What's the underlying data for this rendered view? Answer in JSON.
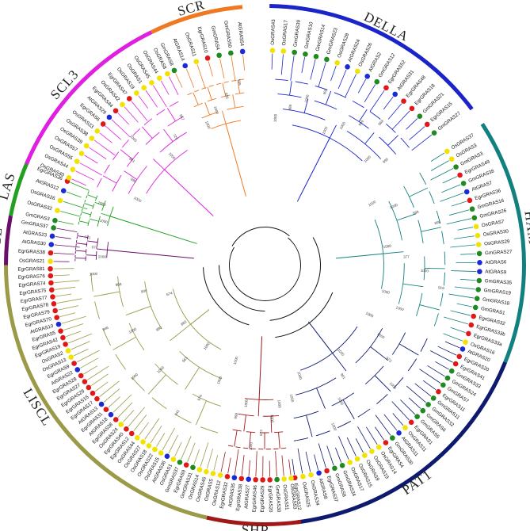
{
  "clades": [
    {
      "key": "della",
      "label": "DELLA",
      "color": "#1a24c8",
      "leaves": [
        "OsGRAS43",
        "OsGRAS17",
        "GmGRAS39",
        "GmGRAS10",
        "GmGRAS14",
        "GmGRAS23",
        "OsGRAS28",
        "AtGRAS24",
        "OsGRAS26",
        "AtGRAS2",
        "GmGRAS12",
        "EgrGRAS52",
        "AtGRAS31",
        "EgrGRAS48",
        "EgrGRAS18",
        "GmGRAS21",
        "EgrGRAS15",
        "GmGRAS27"
      ],
      "species": [
        "Os",
        "Os",
        "Gm",
        "Gm",
        "Gm",
        "Gm",
        "Os",
        "At",
        "Os",
        "At",
        "Gm",
        "Egr",
        "At",
        "Egr",
        "Egr",
        "Gm",
        "Egr",
        "Gm"
      ],
      "boots": [
        "1000",
        "989",
        "1000",
        "992",
        "1000",
        "1000",
        "999",
        "868",
        "1000",
        "995"
      ]
    },
    {
      "key": "ham",
      "label": "HAM",
      "color": "#138080",
      "leaves": [
        "OsGRAS37",
        "OsGRAS3",
        "GmGRAS3",
        "EgrGRAS49",
        "GmGRAS38",
        "AtGRAS7",
        "EgrGRAS36",
        "GmGRAS16",
        "GmGRAS26",
        "OsGRAS7",
        "OsGRAS30",
        "OsGRAS29",
        "GmGRAS27",
        "AtGRAS6",
        "AtGRAS9",
        "GmGRAS35",
        "GmGRAS19",
        "GmGRAS18",
        "GmGRAS1",
        "EgrGRAS32",
        "EgrGRAS33b",
        "EgrGRAS33a",
        "OsGRAS16"
      ],
      "species": [
        "Os",
        "Os",
        "Gm",
        "Egr",
        "Gm",
        "At",
        "Egr",
        "Gm",
        "Gm",
        "Os",
        "Os",
        "Os",
        "Gm",
        "At",
        "At",
        "Gm",
        "Gm",
        "Gm",
        "Gm",
        "Egr",
        "Egr",
        "Egr",
        "Os"
      ],
      "boots": [
        "1000",
        "1000",
        "999",
        "898",
        "1000",
        "377",
        "1000",
        "919",
        "1000",
        "1000"
      ]
    },
    {
      "key": "pat1",
      "label": "PAT1",
      "color": "#0d1a6e",
      "leaves": [
        "AtGRAS20",
        "EgrGRAS20",
        "EgrGRAS41",
        "GmGRAS33",
        "GmGRAS24",
        "GmGRAS7",
        "EgrGRAS11",
        "GmGRAS11",
        "GmGRAS32",
        "GmGRAS6",
        "GmGRAS5",
        "EgrGRAS1",
        "OsGRAS11",
        "AtGRAS11",
        "GmGRAS30",
        "EgrGRAS4",
        "OsGRAS14",
        "OsGRAS19",
        "OsGRAS9",
        "OsGRAS15",
        "OsGRAS17",
        "GmGRAS34",
        "GmGRAS8",
        "EgrGRAS37",
        "AtGRAS8",
        "OsGRAS34",
        "OsGRAS25",
        "EgrGRAS12"
      ],
      "species": [
        "At",
        "Egr",
        "Egr",
        "Gm",
        "Gm",
        "Gm",
        "Egr",
        "Gm",
        "Gm",
        "Gm",
        "Gm",
        "Egr",
        "Os",
        "At",
        "Gm",
        "Egr",
        "Os",
        "Os",
        "Os",
        "Os",
        "Os",
        "Gm",
        "Gm",
        "Egr",
        "At",
        "Os",
        "Os",
        "Egr"
      ],
      "boots": [
        "1000",
        "1000",
        "973",
        "1000",
        "1000",
        "951",
        "1000",
        "1000",
        "1000",
        "1000"
      ]
    },
    {
      "key": "shr",
      "label": "SHR",
      "color": "#a01818",
      "leaves": [
        "OsGRAS53",
        "OsGRAS51",
        "GmGRAS30",
        "EgrGRAS20",
        "EgrGRAS29",
        "EgrGRAS46",
        "AtGRAS27",
        "EgrGRAS38",
        "AtGRAS35",
        "EgrGRAS32",
        "OsGRAS12"
      ],
      "species": [
        "Os",
        "Os",
        "Gm",
        "Egr",
        "Egr",
        "Egr",
        "At",
        "Egr",
        "At",
        "Egr",
        "Os"
      ],
      "boots": [
        "1000",
        "1000",
        "673",
        "1000",
        "1000",
        "999"
      ]
    },
    {
      "key": "liscl",
      "label": "LISCL",
      "color": "#9a9a48",
      "leaves": [
        "OsGRAS5",
        "OsGRAS46",
        "OsGRAS14",
        "GmGRAS31",
        "EgrGRAS9",
        "GmGRAS37",
        "OsGRAS1",
        "AtGRAS36",
        "OsGRAS15",
        "OsGRAS22",
        "OsGRAS18",
        "OsGRAS27",
        "OsGRAS44",
        "EgrGRAS12",
        "EgrGRAS40",
        "OsGRAS24",
        "EgrGRAS38",
        "AtGRAS18",
        "EgrGRAS31",
        "AtGRAS13",
        "EgrGRAS17",
        "EgrGRAS15",
        "EgrGRAS29",
        "EgrGRAS27",
        "EgrGRAS28",
        "AtGRAS22",
        "EgrGRAS9",
        "OsGRAS13",
        "OsGRAS2",
        "EgrGRAS19",
        "EgrGRAS42",
        "EgrGRAS5",
        "AtGRAS10",
        "EgrGRAS70",
        "EgrGRAS79",
        "EgrGRAS78",
        "EgrGRAS77",
        "EgrGRAS75",
        "EgrGRAS74",
        "EgrGRAS76",
        "EgrGRAS81"
      ],
      "species": [
        "Os",
        "Os",
        "Os",
        "Gm",
        "Egr",
        "Gm",
        "Os",
        "At",
        "Os",
        "Os",
        "Os",
        "Os",
        "Os",
        "Egr",
        "Egr",
        "Os",
        "Egr",
        "At",
        "Egr",
        "At",
        "Egr",
        "Egr",
        "Egr",
        "Egr",
        "Egr",
        "At",
        "Egr",
        "Os",
        "Os",
        "Egr",
        "Egr",
        "Egr",
        "At",
        "Egr",
        "Egr",
        "Egr",
        "Egr",
        "Egr",
        "Egr",
        "Egr",
        "Egr"
      ],
      "boots": [
        "1000",
        "1000",
        "974",
        "941",
        "1000",
        "563",
        "1000",
        "1000",
        "883",
        "980",
        "1000",
        "946",
        "674",
        "900",
        "908",
        "1000"
      ]
    },
    {
      "key": "rgl",
      "label": "RGL",
      "color": "#6a0e6a",
      "leaves": [
        "OsGRAS21",
        "EgrGRAS38",
        "AtGRAS30",
        "AtGRAS23",
        "GmGRAS37"
      ],
      "species": [
        "Os",
        "Egr",
        "At",
        "At",
        "Gm"
      ],
      "boots": [
        "1000",
        "976",
        "741"
      ]
    },
    {
      "key": "las",
      "label": "LAS",
      "color": "#22a022",
      "leaves": [
        "GmGRAS3",
        "OsGRAS32",
        "OsGRAS26",
        "AtGRAS12",
        "EgrGRAS36"
      ],
      "species": [
        "Gm",
        "Os",
        "Os",
        "At",
        "Egr"
      ],
      "boots": [
        "1000",
        "1000"
      ]
    },
    {
      "key": "scl3",
      "label": "SCL3",
      "color": "#e020e0",
      "leaves": [
        "OsGRAS40",
        "OsGRAS44",
        "OsGRAS55",
        "OsGRAS57",
        "OsGRAS39",
        "OsGRAS38",
        "OsGRAS33",
        "EgrGRAS6",
        "AtGRAS29",
        "EgrGRAS44",
        "OsGRAS42",
        "EgrGRAS47",
        "OsGRAS19",
        "OsGRAS1",
        "OsGRAS45",
        "OsGRAS44",
        "OsGRAS8"
      ],
      "species": [
        "Os",
        "Os",
        "Os",
        "Os",
        "Os",
        "Os",
        "Os",
        "Egr",
        "At",
        "Egr",
        "Os",
        "Egr",
        "Os",
        "Os",
        "Os",
        "Os",
        "Os"
      ],
      "boots": [
        "1000",
        "990",
        "881",
        "1000",
        "1000",
        "726",
        "957"
      ]
    },
    {
      "key": "scr",
      "label": "SCR",
      "color": "#f07820",
      "leaves": [
        "GmGRAS8",
        "AtGRAS14",
        "OsGRAS11",
        "EgrGRAS10",
        "GmGRAS4",
        "GmGRAS50",
        "AtGRAS54"
      ],
      "species": [
        "Gm",
        "At",
        "Os",
        "Egr",
        "Gm",
        "Gm",
        "At"
      ],
      "boots": [
        "1000",
        "1000",
        "826",
        "999"
      ]
    }
  ],
  "species_colors": {
    "Gm": "#1f8a1f",
    "Os": "#f2e200",
    "Egr": "#e01818",
    "At": "#1a2ad8"
  },
  "trunk_color": "#111111"
}
